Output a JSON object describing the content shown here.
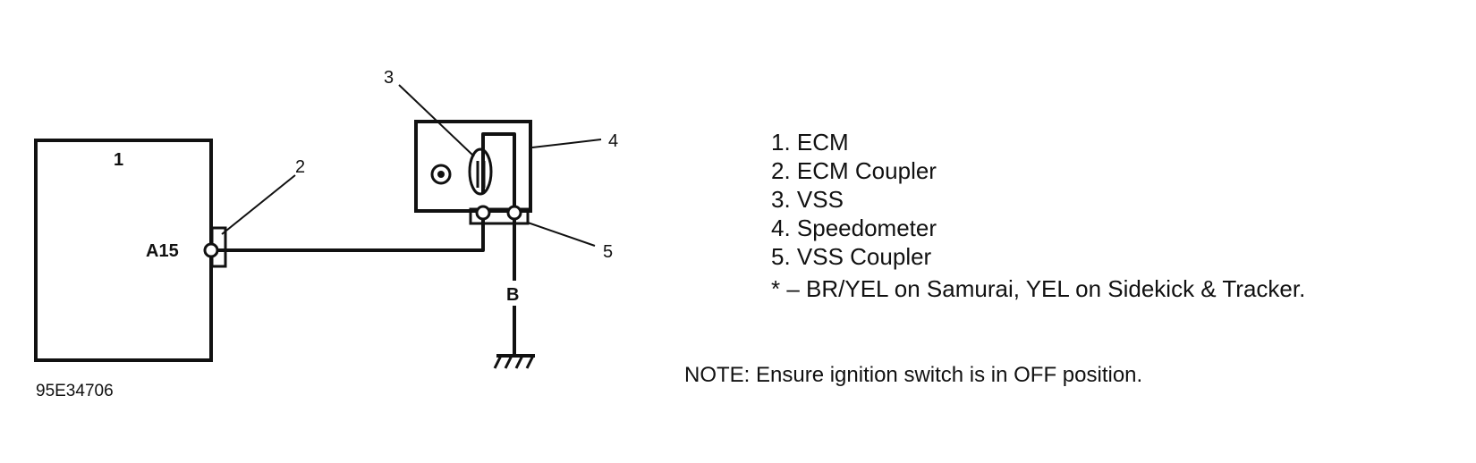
{
  "diagram": {
    "callouts": [
      "1",
      "2",
      "3",
      "4",
      "5"
    ],
    "terminal_label": "A15",
    "wire_label": "B",
    "figure_id": "95E34706"
  },
  "legend": {
    "items": [
      "1. ECM",
      "2. ECM Coupler",
      "3. VSS",
      "4. Speedometer",
      "5. VSS Coupler"
    ],
    "footnote": "*  –  BR/YEL on Samurai, YEL on Sidekick & Tracker."
  },
  "note": "NOTE: Ensure ignition switch is in OFF position."
}
